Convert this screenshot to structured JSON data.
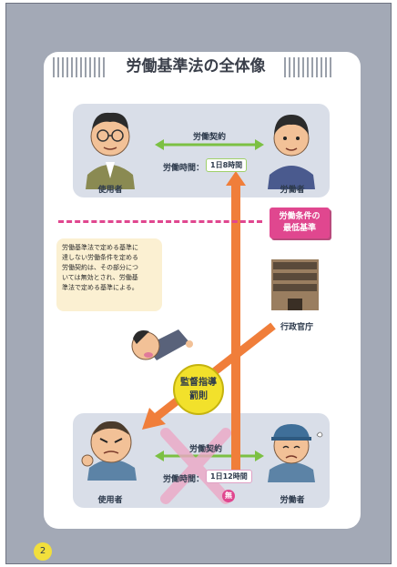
{
  "title": "労働基準法の全体像",
  "top_panel": {
    "employer_label": "使用者",
    "worker_label": "労働者",
    "contract_label": "労働契約",
    "hours_label": "労働時間：",
    "hours_value": "1日8時間"
  },
  "minimum_standard": [
    "労働条件の",
    "最低基準"
  ],
  "note": "労働基準法で定める基準に\n達しない労働条件を定める\n労働契約は、その部分につ\nいては無効とされ、労働基\n準法で定める基準による。",
  "agency_label": "行政官庁",
  "supervision": [
    "監督指導",
    "罰則"
  ],
  "bottom_panel": {
    "employer_label": "使用者",
    "worker_label": "労働者",
    "contract_label": "労働契約",
    "hours_label": "労働時間：",
    "hours_value": "1日12時間",
    "invalid_mark": "無"
  },
  "page_number": "2",
  "colors": {
    "arrow": "#f07e3a",
    "green": "#7cc043",
    "pink": "#e0478f",
    "cross": "#eca8c6"
  }
}
